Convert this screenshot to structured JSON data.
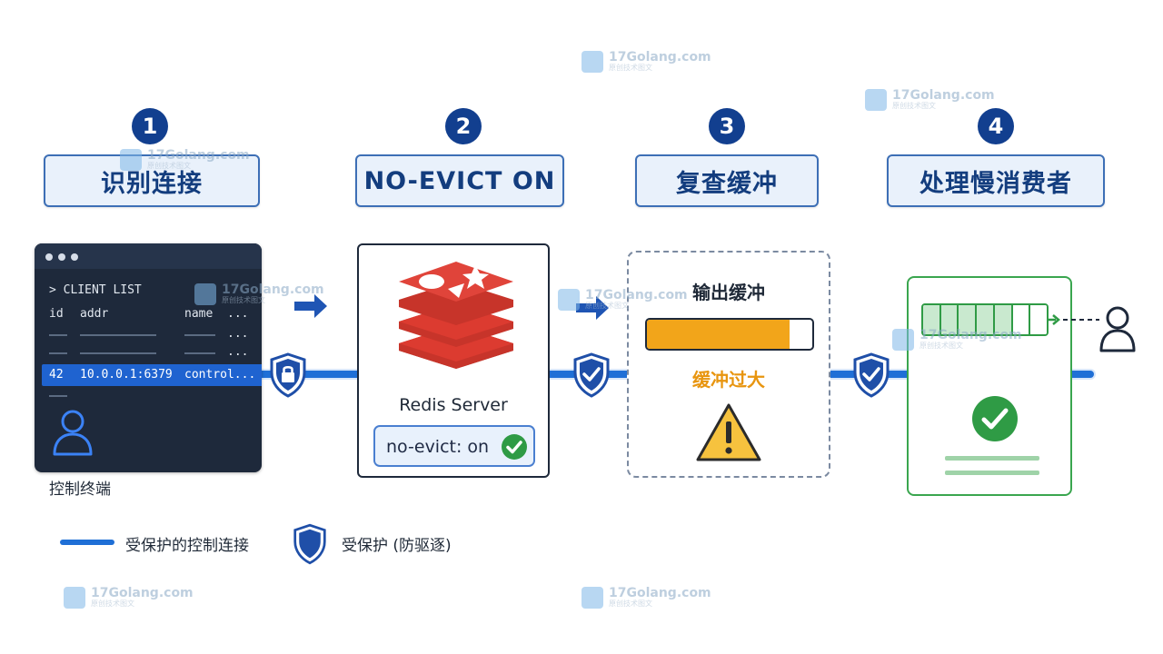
{
  "steps": [
    {
      "number": "1",
      "title": "识别连接"
    },
    {
      "number": "2",
      "title": "NO-EVICT ON"
    },
    {
      "number": "3",
      "title": "复查缓冲"
    },
    {
      "number": "4",
      "title": "处理慢消费者"
    }
  ],
  "terminal": {
    "command": "> CLIENT LIST",
    "headers": [
      "id",
      "addr",
      "name",
      "..."
    ],
    "dash_suffix": "...",
    "selected_row": [
      "42",
      "10.0.0.1:6379",
      "control..."
    ],
    "caption": "控制终端"
  },
  "redis": {
    "label": "Redis Server",
    "setting": "no-evict: on"
  },
  "buffer": {
    "label": "输出缓冲",
    "fill_fraction": 0.86,
    "warning": "缓冲过大"
  },
  "consumer": {
    "queue_cells_total": 7,
    "queue_cells_filled": 5
  },
  "legend": {
    "line_label": "受保护的控制连接",
    "shield_label": "受保护 (防驱逐)"
  },
  "watermark": {
    "text": "17Golang.com",
    "sub": "原创技术图文"
  },
  "colors": {
    "accent_blue": "#1f6fd6",
    "badge_navy": "#123f8f",
    "redis_red": "#d63a2f",
    "warning_orange": "#f2a51a",
    "success_green": "#2f9b45"
  }
}
